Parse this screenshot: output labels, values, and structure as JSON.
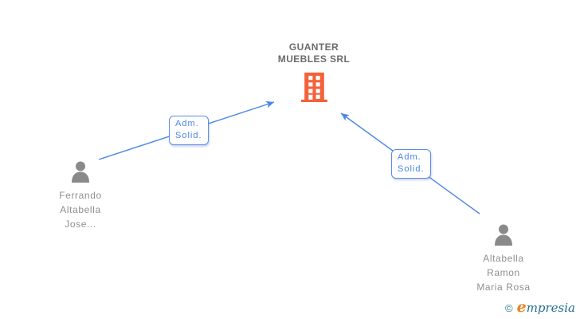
{
  "diagram": {
    "company": {
      "name": "GUANTER\nMUEBLES SRL"
    },
    "persons": [
      {
        "name": "Ferrando\nAltabella\nJose..."
      },
      {
        "name": "Altabella\nRamon\nMaria Rosa"
      }
    ],
    "edges": [
      {
        "label": "Adm.\nSolid.",
        "from": "Ferrando Altabella Jose...",
        "to": "GUANTER MUEBLES SRL"
      },
      {
        "label": "Adm.\nSolid.",
        "from": "Altabella Ramon Maria Rosa",
        "to": "GUANTER MUEBLES SRL"
      }
    ],
    "colors": {
      "edge_blue": "#4a86e8",
      "building_orange": "#f4623a",
      "person_gray": "#8a8a8a",
      "company_text": "#6b6b6b",
      "person_text": "#8f8f8f"
    }
  },
  "footer": {
    "copyright_symbol": "©",
    "brand_initial": "e",
    "brand_rest": "mpresia",
    "brand_teal": "#21718d",
    "brand_orange": "#ee8321"
  }
}
